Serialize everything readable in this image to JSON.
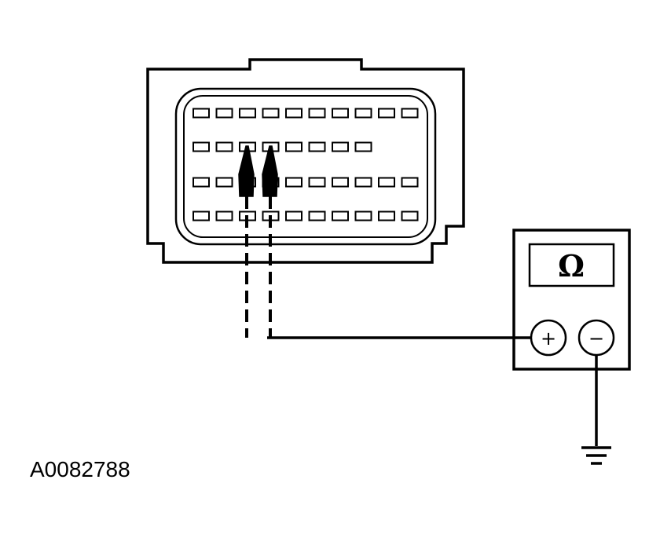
{
  "figure_id": "A0082788",
  "meter": {
    "display_symbol": "Ω",
    "positive_terminal": "+",
    "negative_terminal": "−"
  },
  "connector": {
    "rows": [
      10,
      8,
      10,
      10
    ]
  }
}
